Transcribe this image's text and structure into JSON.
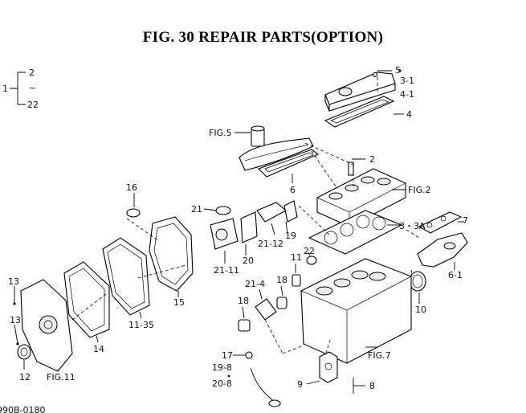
{
  "title": "FIG. 30  REPAIR PARTS(OPTION)",
  "footer_code": "990B-0180",
  "bracket_group": {
    "main": "1",
    "top": "2",
    "mid": "~",
    "bottom": "22"
  },
  "callouts": {
    "n5": "5",
    "n3_1": "3-1",
    "n4_1": "4-1",
    "n4": "4",
    "fig5": "FIG.5",
    "n2": "2",
    "fig2": "FIG.2",
    "n6": "6",
    "n16": "16",
    "n21": "21",
    "n21_12": "21-12",
    "n19": "19",
    "n20": "20",
    "n21_11": "21-11",
    "n3_3a": "3・3A",
    "n7": "7",
    "n22": "22",
    "n6_1": "6-1",
    "n11": "11",
    "n21_4": "21-4",
    "n18a": "18",
    "n18b": "18",
    "n10": "10",
    "n15": "15",
    "n11_35": "11-35",
    "n13a": "13",
    "n13b": "13",
    "n14": "14",
    "n12": "12",
    "fig11": "FIG.11",
    "n17": "17",
    "n19_8": "19-8",
    "n20_8": "20-8",
    "fig7": "FIG.7",
    "n9": "9",
    "n8": "8"
  }
}
